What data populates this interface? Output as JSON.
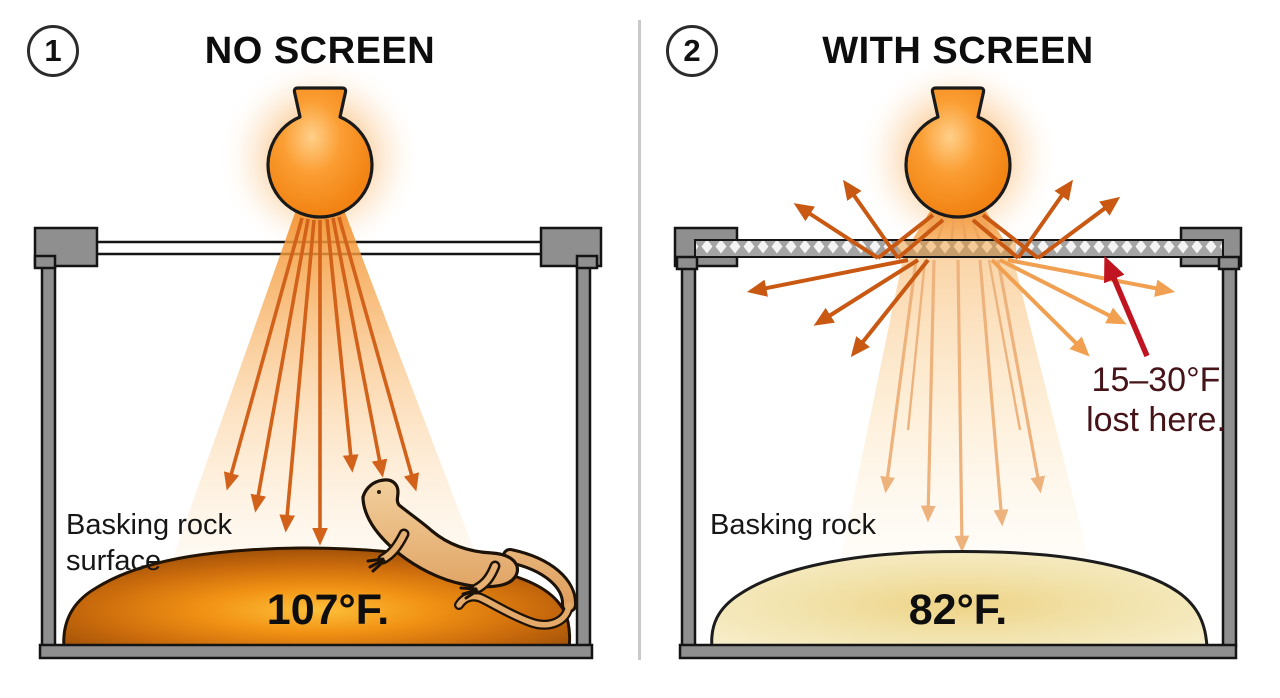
{
  "panels": {
    "left": {
      "badge": "1",
      "title": "NO SCREEN",
      "rock_label_line1": "Basking rock",
      "rock_label_line2": "surface",
      "rock_temp": "107°F."
    },
    "right": {
      "badge": "2",
      "title": "WITH SCREEN",
      "rock_label": "Basking rock",
      "rock_temp": "82°F.",
      "heat_loss_line1": "15–30°F",
      "heat_loss_line2": "lost here."
    }
  },
  "colors": {
    "heat_ray": "#d2611a",
    "scatter_ray_dark": "#c85812",
    "scatter_ray_light": "#f0a050",
    "faint_ray": "#eeb27c",
    "red_arrow": "#c11421",
    "loss_text": "#451318",
    "frame_gray": "#8f8f8f",
    "hot_rock_core": "#f9b822",
    "cool_rock": "#f2e3ac",
    "bulb_orange": "#f28414"
  }
}
